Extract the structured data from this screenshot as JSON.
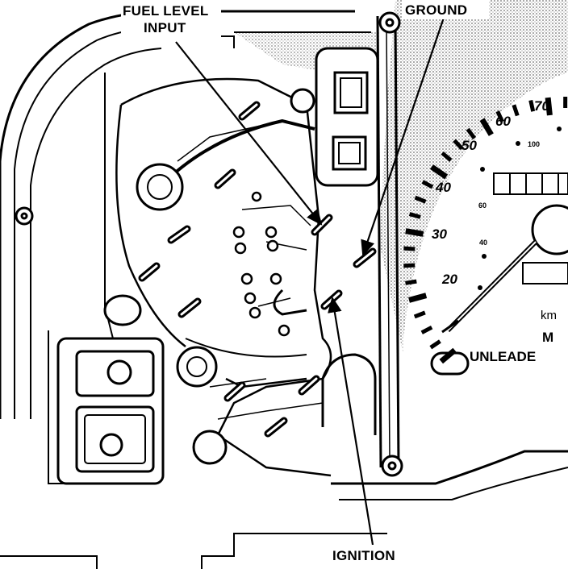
{
  "labels": {
    "fuel_level_line1": "FUEL LEVEL",
    "fuel_level_line2": "INPUT",
    "ground": "GROUND",
    "ignition": "IGNITION"
  },
  "speedometer": {
    "major_numbers": [
      "20",
      "30",
      "40",
      "50",
      "60",
      "70"
    ],
    "minor_numbers": [
      "40",
      "60",
      "100"
    ],
    "unit_abbrev": "km",
    "mph_abbrev": "M",
    "fuel_word": "UNLEADE"
  },
  "colors": {
    "ink": "#000000",
    "paper": "#ffffff",
    "stipple": "#9a9a9a"
  }
}
